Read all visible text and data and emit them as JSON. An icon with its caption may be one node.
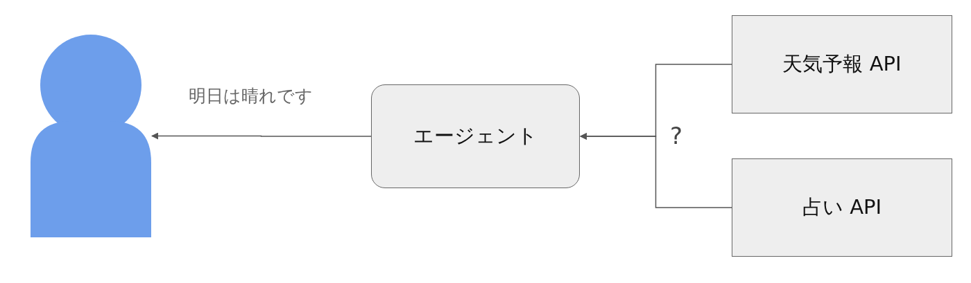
{
  "diagram": {
    "nodes": [
      {
        "text": [],
        "shape": "person"
      },
      {
        "text": [
          "エージェント"
        ]
      },
      {
        "text": [
          "天気予報 API"
        ]
      },
      {
        "text": [
          "占い API"
        ]
      }
    ],
    "edges": [
      {
        "from": 1,
        "to": 0,
        "arrow": "to",
        "label": "明日は晴れです"
      },
      {
        "from": 2,
        "to": 1,
        "arrow": "to"
      },
      {
        "from": 3,
        "to": 1,
        "arrow": "to"
      }
    ],
    "labels": [
      "?"
    ]
  }
}
